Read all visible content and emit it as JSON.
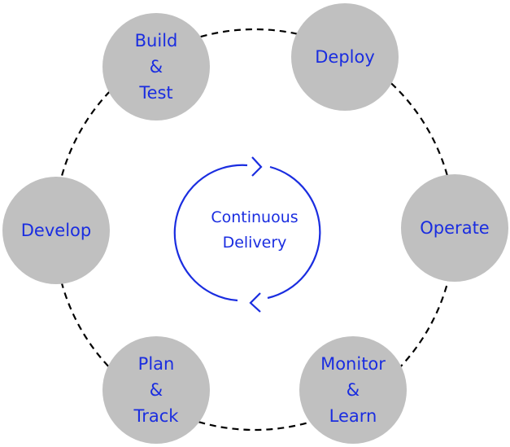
{
  "diagram": {
    "center": {
      "line1": "Continuous",
      "line2": "Delivery"
    },
    "nodes": {
      "build_test": {
        "lines": [
          "Build",
          "&",
          "Test"
        ]
      },
      "deploy": {
        "lines": [
          "Deploy"
        ]
      },
      "operate": {
        "lines": [
          "Operate"
        ]
      },
      "monitor_learn": {
        "lines": [
          "Monitor",
          "&",
          "Learn"
        ]
      },
      "plan_track": {
        "lines": [
          "Plan",
          "&",
          "Track"
        ]
      },
      "develop": {
        "lines": [
          "Develop"
        ]
      }
    }
  },
  "colors": {
    "node_fill": "#c0c0c0",
    "text": "#1a2de0",
    "ring_dash": "#000000",
    "cycle_arrow": "#1a2de0"
  }
}
